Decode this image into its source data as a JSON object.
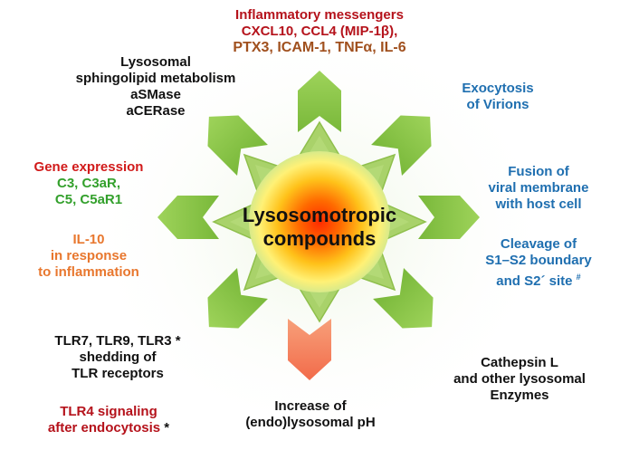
{
  "center": {
    "line1": "Lysosomotropic",
    "line2": "compounds"
  },
  "colors": {
    "dark_red": "#b5121b",
    "brown": "#a0501e",
    "blue": "#1f6fb0",
    "green": "#33a02c",
    "orange": "#e8772e",
    "black": "#111111",
    "arrow_green": "#8dc63f",
    "arrow_orange": "#f47a52",
    "star_green": "#a9d26a"
  },
  "labels": {
    "inflammatory_title": "Inflammatory messengers",
    "inflammatory_line2": "CXCL10, CCL4 (MIP-1β),",
    "inflammatory_line3": "PTX3, ICAM-1, TNFα, IL-6",
    "sphingo_line1": "Lysosomal",
    "sphingo_line2": "sphingolipid metabolism",
    "sphingo_line3": "aSMase",
    "sphingo_line4": "aCERase",
    "exocytosis_line1": "Exocytosis",
    "exocytosis_line2": "of Virions",
    "gene_title": "Gene expression",
    "gene_line2": "C3, C3aR,",
    "gene_line3": "C5, C5aR1",
    "il10_line1": "IL-10",
    "il10_line2": "in response",
    "il10_line3": "to inflammation",
    "fusion_line1": "Fusion of",
    "fusion_line2": "viral membrane",
    "fusion_line3": "with host cell",
    "cleavage_line1": "Cleavage of",
    "cleavage_line2": "S1–S2 boundary",
    "cleavage_line3": "and S2´ site",
    "cleavage_mark": "#",
    "tlr_line1": "TLR7, TLR9, TLR3 *",
    "tlr_line2": "shedding of",
    "tlr_line3": "TLR receptors",
    "tlr4_line1": "TLR4 signaling",
    "tlr4_line2": "after endocytosis",
    "tlr4_mark": "*",
    "ph_line1": "Increase of",
    "ph_line2": "(endo)lysosomal pH",
    "cathepsin_line1": "Cathepsin L",
    "cathepsin_line2": "and other lysosomal",
    "cathepsin_line3": "Enzymes"
  }
}
